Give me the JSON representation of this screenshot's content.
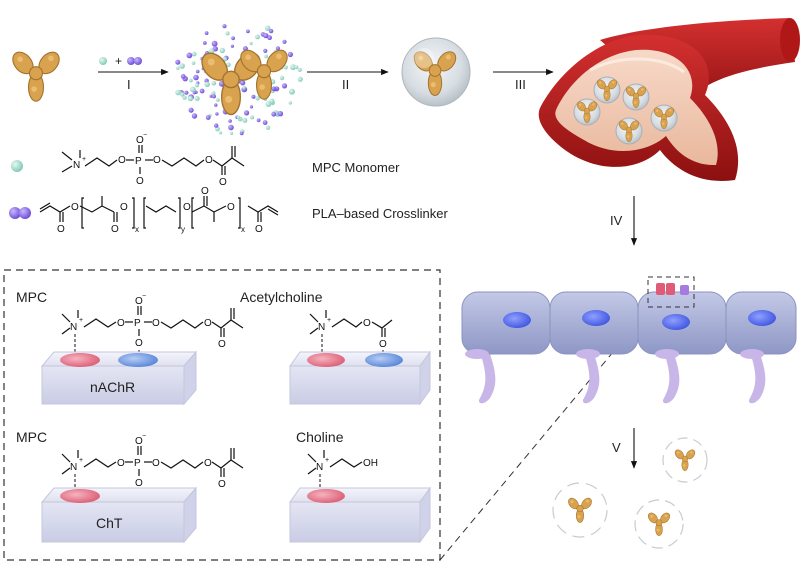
{
  "steps": [
    "I",
    "II",
    "III",
    "IV",
    "V"
  ],
  "reactants": {
    "plus": "+"
  },
  "legend": {
    "monomer": "MPC Monomer",
    "crosslinker": "PLA–based Crosslinker"
  },
  "structure_text": {
    "n_plus": "N",
    "charge_plus": "+",
    "o": "O",
    "o_minus": "O",
    "minus": "−",
    "p": "P",
    "oh": "OH",
    "x": "x",
    "y": "y"
  },
  "inset": {
    "tl_label": "MPC",
    "tl_receptor": "nAChR",
    "tr_label": "Acetylcholine",
    "bl_label": "MPC",
    "bl_receptor": "ChT",
    "br_label": "Choline"
  },
  "colors": {
    "antibody": "#d9a24e",
    "monomer": "#a8dccf",
    "crosslinker": "#8a6be0",
    "vessel": "#b81e1e",
    "cell": "#a7afd6",
    "nucleus": "#4e63e8",
    "stalk": "#c8b3e6",
    "pocket_pink": "#e57c8f",
    "pocket_blue": "#6f9be3",
    "block": "#e3e5f3"
  }
}
